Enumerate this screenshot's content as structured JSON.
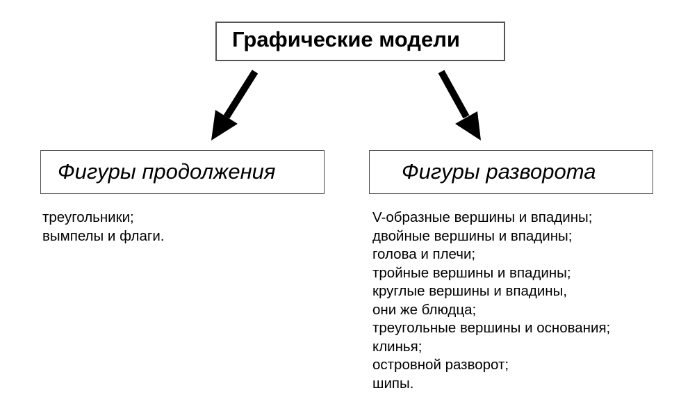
{
  "diagram": {
    "root": {
      "title": "Графические модели"
    },
    "branches": [
      {
        "title": "Фигуры продолжения",
        "items": [
          "треугольники;",
          "вымпелы и флаги."
        ]
      },
      {
        "title": "Фигуры разворота",
        "items": [
          "V-образные вершины и впадины;",
          "двойные вершины и впадины;",
          "голова и плечи;",
          "тройные вершины и впадины;",
          "круглые вершины и впадины,",
          "они же блюдца;",
          "треугольные вершины и основания;",
          "клинья;",
          "островной разворот;",
          "шипы."
        ]
      }
    ]
  }
}
